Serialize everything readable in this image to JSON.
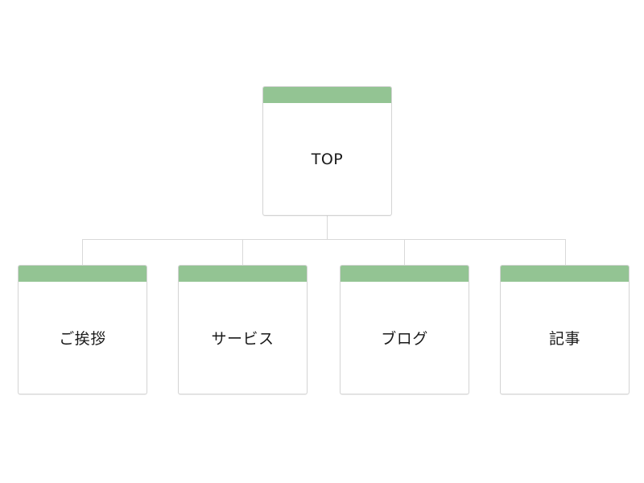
{
  "sitemap": {
    "root": {
      "label": "TOP"
    },
    "children": [
      {
        "label": "ご挨拶"
      },
      {
        "label": "サービス"
      },
      {
        "label": "ブログ"
      },
      {
        "label": "記事"
      }
    ]
  },
  "colors": {
    "header_bar": "#93c493",
    "card_border": "#d4d4d4",
    "connector": "#d9d9d9",
    "text": "#1a1a1a"
  }
}
